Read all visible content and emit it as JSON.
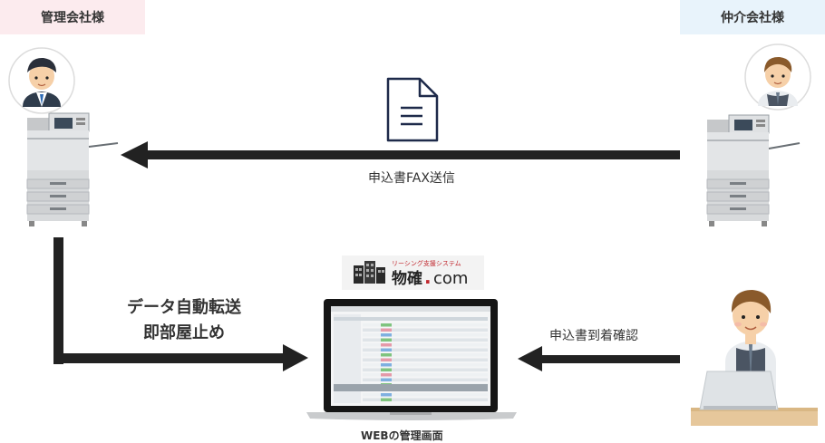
{
  "header": {
    "left_tab": "管理会社様",
    "right_tab": "仲介会社様"
  },
  "flow": {
    "fax_label": "申込書FAX送信",
    "auto_transfer_line1": "データ自動転送",
    "auto_transfer_line2": "即部屋止め",
    "confirm_label": "申込書到着確認",
    "web_label": "WEBの管理画面"
  },
  "logo": {
    "tagline": "リーシング支援システム",
    "name": "物確",
    "dot": ".",
    "suffix": "com"
  },
  "icons": [
    "document-icon",
    "copier-icon",
    "person-icon",
    "laptop-icon",
    "building-icon"
  ],
  "colors": {
    "arrow": "#222222",
    "left_tab_bg": "#fcebee",
    "right_tab_bg": "#e8f3fb",
    "logo_red": "#c0262d",
    "doc_stroke": "#1e2a4a"
  }
}
